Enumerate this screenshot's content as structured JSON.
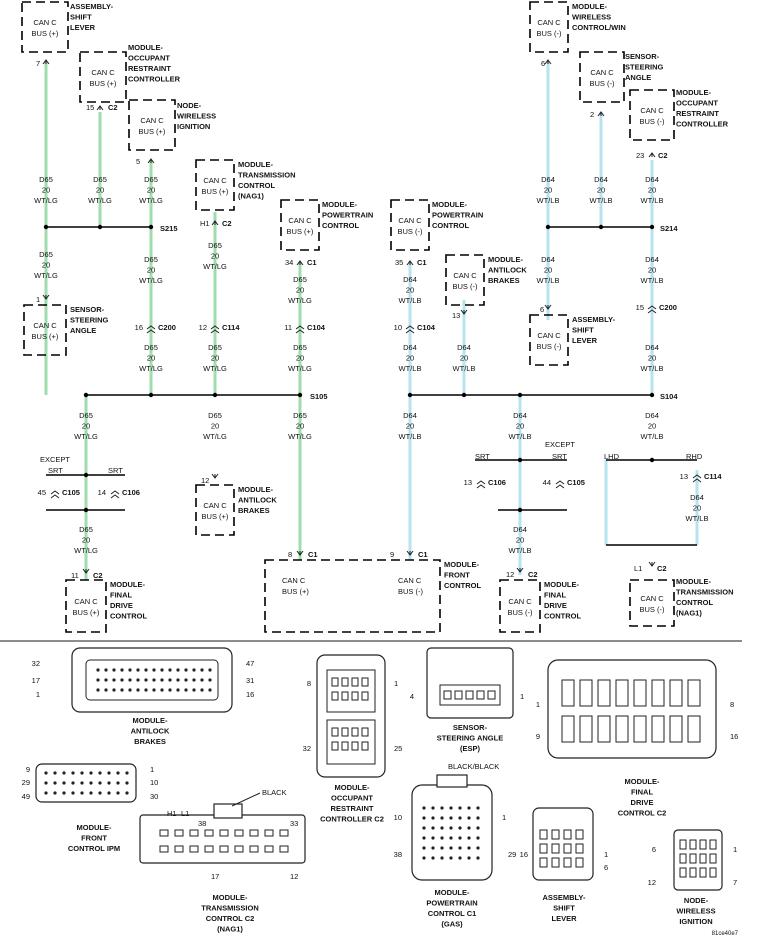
{
  "footer_code": "81ce40e7",
  "wire": {
    "pos": [
      "D65",
      "20",
      "WT/LG"
    ],
    "neg": [
      "D64",
      "20",
      "WT/LB"
    ]
  },
  "can_lines": {
    "top": "CAN C",
    "pos": "BUS (+)",
    "neg": "BUS (-)"
  },
  "modules": [
    {
      "name": [
        "ASSEMBLY-",
        "SHIFT",
        "LEVER"
      ],
      "bus": "BUS (+)",
      "pin": "7"
    },
    {
      "name": [
        "MODULE-",
        "OCCUPANT",
        "RESTRAINT",
        "CONTROLLER"
      ],
      "bus": "BUS (+)",
      "pin": "15",
      "conn": "C2"
    },
    {
      "name": [
        "NODE-",
        "WIRELESS",
        "IGNITION"
      ],
      "bus": "BUS (+)",
      "pin": "5"
    },
    {
      "name": [
        "MODULE-",
        "TRANSMISSION",
        "CONTROL",
        "(NAG1)"
      ],
      "bus": "BUS (+)",
      "pin": "H1",
      "conn": "C2"
    },
    {
      "name": [
        "MODULE-",
        "POWERTRAIN",
        "CONTROL"
      ],
      "bus": "BUS (+)",
      "pin": "34",
      "conn": "C1"
    },
    {
      "name": [
        "MODULE-",
        "POWERTRAIN",
        "CONTROL"
      ],
      "bus": "BUS (-)",
      "pin": "35",
      "conn": "C1"
    },
    {
      "name": [
        "MODULE-",
        "ANTILOCK",
        "BRAKES"
      ],
      "bus": "BUS (-)",
      "pin": "13"
    },
    {
      "name": [
        "MODULE-",
        "WIRELESS",
        "CONTROL/WIN"
      ],
      "bus": "BUS (-)",
      "pin": "6"
    },
    {
      "name": [
        "SENSOR-",
        "STEERING",
        "ANGLE"
      ],
      "bus": "BUS (-)",
      "pin": "2"
    },
    {
      "name": [
        "MODULE-",
        "OCCUPANT",
        "RESTRAINT",
        "CONTROLLER"
      ],
      "bus": "BUS (-)",
      "pin": "23",
      "conn": "C2"
    },
    {
      "name": [
        "SENSOR-",
        "STEERING",
        "ANGLE"
      ],
      "bus": "BUS (+)",
      "pin": "1"
    },
    {
      "name": [
        "ASSEMBLY-",
        "SHIFT",
        "LEVER"
      ],
      "bus": "BUS (-)",
      "pin": "6"
    },
    {
      "name": [
        "MODULE-",
        "ANTILOCK",
        "BRAKES"
      ],
      "bus": "BUS (+)",
      "pin": "12"
    },
    {
      "name": [
        "MODULE-",
        "FINAL",
        "DRIVE",
        "CONTROL"
      ],
      "bus": "BUS (+)",
      "pin": "11",
      "conn": "C2"
    },
    {
      "name": [
        "MODULE-",
        "FRONT",
        "CONTROL"
      ],
      "bus_pos": "BUS (+)",
      "bus_neg": "BUS (-)",
      "pin_pos": "8",
      "pin_neg": "9",
      "conn": "C1"
    },
    {
      "name": [
        "MODULE-",
        "FINAL",
        "DRIVE",
        "CONTROL"
      ],
      "bus": "BUS (-)",
      "pin": "12",
      "conn": "C2"
    },
    {
      "name": [
        "MODULE-",
        "TRANSMISSION",
        "CONTROL",
        "(NAG1)"
      ],
      "bus": "BUS (-)",
      "pin": "L1",
      "conn": "C2"
    }
  ],
  "splices": [
    "S215",
    "S214",
    "S105",
    "S104"
  ],
  "inline_connectors": [
    {
      "pin": "16",
      "conn": "C200"
    },
    {
      "pin": "12",
      "conn": "C114"
    },
    {
      "pin": "11",
      "conn": "C104"
    },
    {
      "pin": "10",
      "conn": "C104"
    },
    {
      "pin": "15",
      "conn": "C200"
    },
    {
      "pin": "45",
      "conn": "C105"
    },
    {
      "pin": "14",
      "conn": "C106"
    },
    {
      "pin": "13",
      "conn": "C106"
    },
    {
      "pin": "44",
      "conn": "C105"
    },
    {
      "pin": "13",
      "conn": "C114"
    }
  ],
  "branch_labels": {
    "except": "EXCEPT",
    "srt": "SRT",
    "lhd": "LHD",
    "rhd": "RHD"
  },
  "connector_views": [
    {
      "title": [
        "MODULE-",
        "ANTILOCK",
        "BRAKES"
      ],
      "pins": [
        "32",
        "17",
        "1",
        "47",
        "31",
        "16"
      ]
    },
    {
      "title": [
        "MODULE-",
        "OCCUPANT",
        "RESTRAINT",
        "CONTROLLER C2"
      ],
      "pins": [
        "8",
        "1",
        "32",
        "25"
      ]
    },
    {
      "title": [
        "SENSOR-",
        "STEERING ANGLE",
        "(ESP)"
      ],
      "pins": [
        "4",
        "1"
      ]
    },
    {
      "title": [
        "MODULE-",
        "FINAL",
        "DRIVE",
        "CONTROL C2"
      ],
      "pins": [
        "1",
        "8",
        "9",
        "16"
      ]
    },
    {
      "title": [
        "MODULE-",
        "FRONT",
        "CONTROL IPM"
      ],
      "pins": [
        "9",
        "29",
        "49",
        "1",
        "10",
        "30"
      ]
    },
    {
      "title": [
        "MODULE-",
        "TRANSMISSION",
        "CONTROL C2",
        "(NAG1)"
      ],
      "pins": [
        "H1",
        "L1",
        "38",
        "33",
        "17",
        "12"
      ],
      "color_tag": "BLACK"
    },
    {
      "title": [
        "MODULE-",
        "POWERTRAIN",
        "CONTROL C1",
        "(GAS)"
      ],
      "pins": [
        "10",
        "1",
        "38",
        "29"
      ],
      "color_tag": "BLACK/BLACK"
    },
    {
      "title": [
        "ASSEMBLY-",
        "SHIFT",
        "LEVER"
      ],
      "pins": [
        "16",
        "1",
        "6"
      ]
    },
    {
      "title": [
        "NODE-",
        "WIRELESS",
        "IGNITION"
      ],
      "pins": [
        "6",
        "1",
        "12",
        "7"
      ]
    }
  ]
}
